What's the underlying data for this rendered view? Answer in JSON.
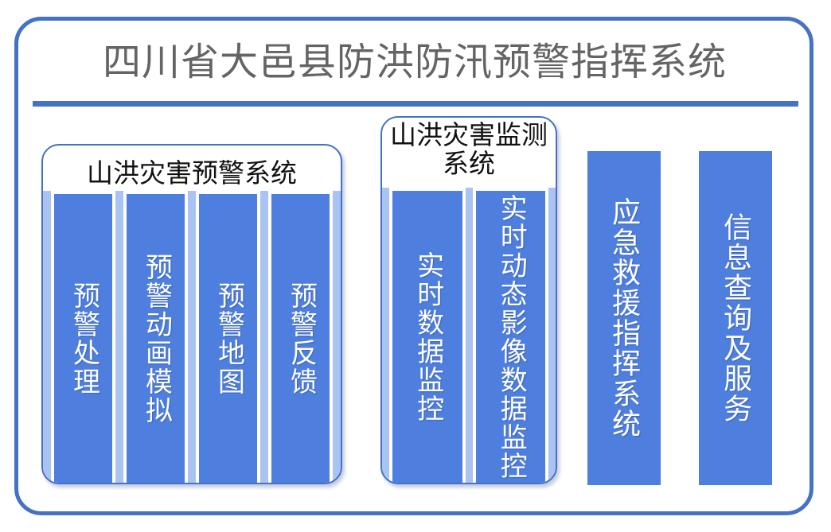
{
  "header": {
    "title": "四川省大邑县防洪防汛预警指挥系统"
  },
  "colors": {
    "frame_blue": "#4472C4",
    "bar_blue": "#4E7FDE",
    "panel_body_blue": "#A9C4F2",
    "title_gray": "#646464",
    "bar_text": "#FFFFFF"
  },
  "panels": [
    {
      "id": "warning",
      "title": "山洪灾害预警系统",
      "columns": [
        {
          "label": "预警处理"
        },
        {
          "label": "预警动画模拟"
        },
        {
          "label": "预警地图"
        },
        {
          "label": "预警反馈"
        }
      ]
    },
    {
      "id": "monitor",
      "title": "山洪灾害监测系统",
      "columns": [
        {
          "label": "实时数据监控"
        },
        {
          "label": "实时动态影像数据监控"
        }
      ]
    }
  ],
  "standalone_bars": [
    {
      "id": "emergency",
      "label": "应急救援指挥系统"
    },
    {
      "id": "info",
      "label": "信息查询及服务"
    }
  ]
}
